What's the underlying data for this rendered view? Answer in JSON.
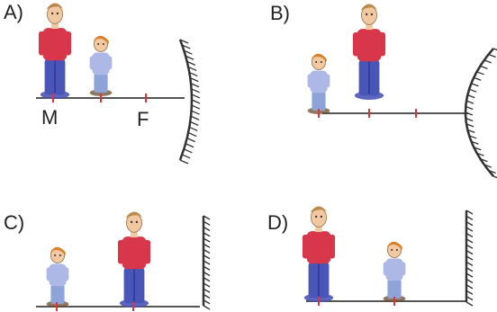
{
  "colors": {
    "axis": "#555555",
    "mark": "#e0323a",
    "mirror": "#333333",
    "adult_shirt": "#d8364a",
    "adult_pants": "#4a55b8",
    "child_shirt": "#aeb8e6",
    "child_pants": "#8ea3d8",
    "child_hair": "#d9822b",
    "adult_hair": "#b98a4a",
    "skin": "#f1c8a0",
    "shoe": "#6b4a2a"
  },
  "panels": [
    {
      "label": "A)",
      "mirror": "concave",
      "figures": [
        "adult",
        "child"
      ],
      "point_labels": [
        "M",
        "F"
      ]
    },
    {
      "label": "B)",
      "mirror": "convex",
      "figures": [
        "child",
        "adult"
      ],
      "point_labels": []
    },
    {
      "label": "C)",
      "mirror": "plane",
      "figures": [
        "child",
        "adult"
      ],
      "point_labels": []
    },
    {
      "label": "D)",
      "mirror": "plane",
      "figures": [
        "adult",
        "child"
      ],
      "point_labels": []
    }
  ]
}
